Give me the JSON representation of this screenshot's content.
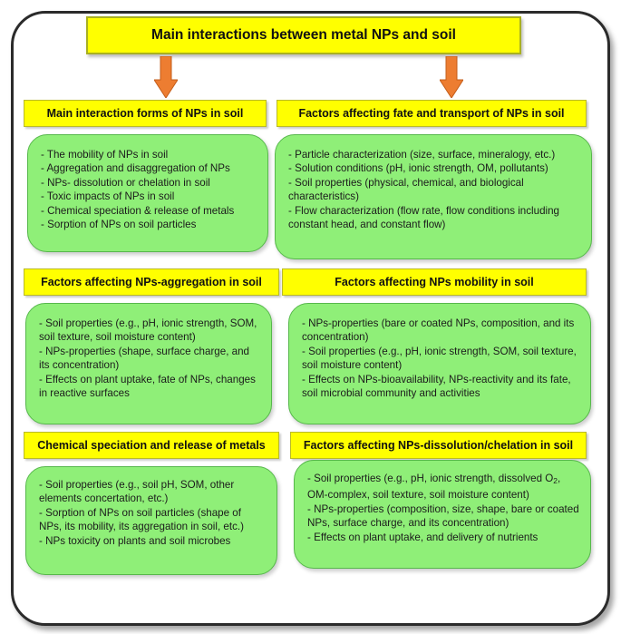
{
  "title": "Main interactions between metal NPs and soil",
  "colors": {
    "header_fill": "#ffff00",
    "box_fill": "#8fef78",
    "arrow": "#ed7d31"
  },
  "sections": [
    {
      "header": "Main interaction forms of NPs in soil",
      "items": [
        "- The mobility of NPs in soil",
        "- Aggregation and disaggregation of NPs",
        "- NPs- dissolution or chelation in soil",
        "- Toxic impacts of NPs in soil",
        "- Chemical speciation & release of metals",
        "- Sorption of NPs on soil particles"
      ]
    },
    {
      "header": "Factors affecting fate and transport of NPs in soil",
      "items": [
        "- Particle characterization (size, surface, mineralogy, etc.)",
        "- Solution conditions (pH, ionic strength, OM, pollutants)",
        "- Soil properties (physical, chemical, and biological characteristics)",
        "- Flow characterization (flow rate, flow conditions including constant head, and constant flow)"
      ]
    },
    {
      "header": "Factors affecting NPs-aggregation in soil",
      "items": [
        "- Soil properties (e.g., pH, ionic strength, SOM, soil texture, soil moisture content)",
        "- NPs-properties (shape, surface charge, and its concentration)",
        "- Effects on plant uptake, fate of NPs, changes in reactive surfaces"
      ]
    },
    {
      "header": "Factors affecting NPs mobility in soil",
      "items": [
        "- NPs-properties (bare or coated NPs, composition, and its concentration)",
        "- Soil properties (e.g., pH, ionic strength, SOM, soil texture, soil moisture content)",
        "- Effects on NPs-bioavailability, NPs-reactivity and its fate, soil microbial community and activities"
      ]
    },
    {
      "header": "Chemical speciation and release of metals",
      "items": [
        "- Soil properties (e.g., soil pH, SOM, other elements concertation, etc.)",
        "- Sorption of NPs on soil particles (shape of NPs, its mobility, its aggregation in soil, etc.)",
        "- NPs toxicity on plants and soil microbes"
      ]
    },
    {
      "header": "Factors affecting NPs-dissolution/chelation in soil",
      "items": [
        "- Soil properties (e.g., pH, ionic strength, dissolved O",
        "- NPs-properties (composition, size, shape, bare or coated NPs, surface charge, and its concentration)",
        "- Effects on plant uptake, and delivery of nutrients"
      ],
      "subscript": "2",
      "item0_tail": ", OM-complex, soil texture, soil moisture content)"
    }
  ]
}
